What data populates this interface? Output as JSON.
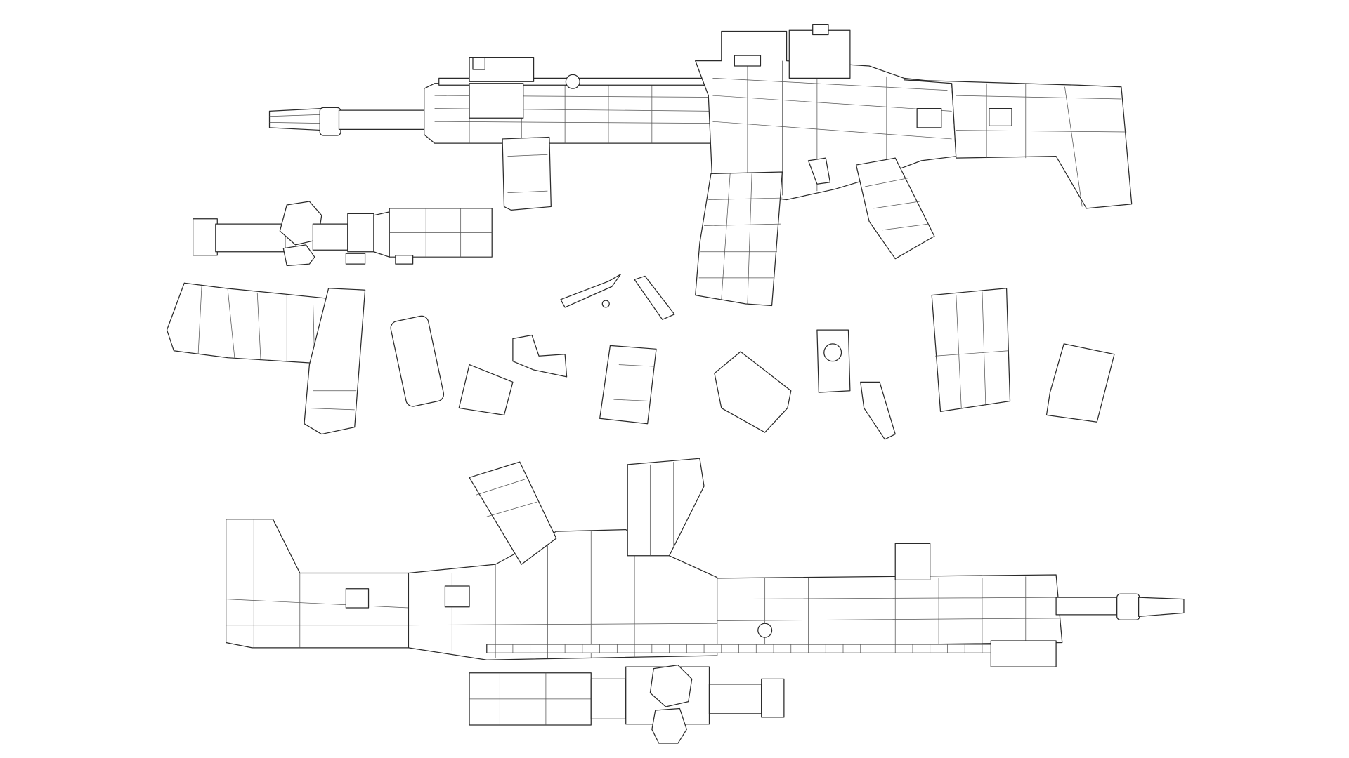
{
  "scene": {
    "background_color": "#ffffff",
    "line_color": "#2a2a2a",
    "render_style": "wireframe",
    "objects": [
      "rifle-top",
      "scope-left",
      "parts-row",
      "rifle-bottom",
      "scope-bottom"
    ]
  }
}
